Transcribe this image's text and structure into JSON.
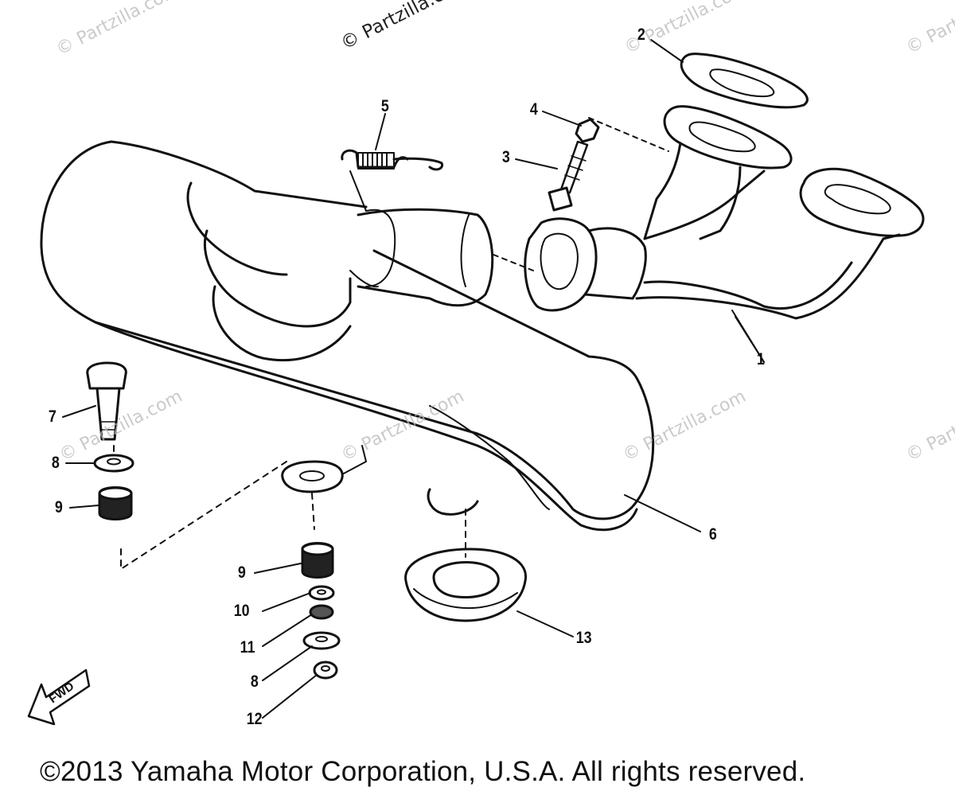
{
  "watermarks": [
    "© Partzilla.com",
    "© Partzilla.com",
    "© Partzilla.com",
    "© Partzilla.com",
    "© Partzilla.com",
    "© Partzilla.com",
    "© Partzilla.com",
    "© Partzilla.com"
  ],
  "callouts": [
    "1",
    "2",
    "3",
    "4",
    "5",
    "6",
    "7",
    "8",
    "9",
    "9",
    "10",
    "11",
    "8",
    "12",
    "13"
  ],
  "fwd_label": "FWD",
  "copyright": "©2013 Yamaha Motor Corporation, U.S.A. All rights reserved."
}
